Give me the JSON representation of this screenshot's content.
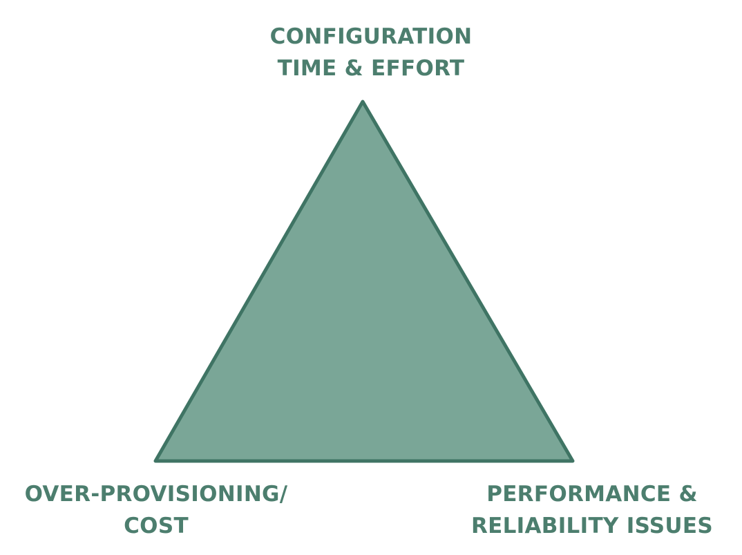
{
  "colors": {
    "text": "#4c7e6e",
    "triangle_fill": "#7aa697",
    "triangle_stroke": "#3f7464",
    "background": "#ffffff"
  },
  "vertices": {
    "top": {
      "line1": "CONFIGURATION",
      "line2": "TIME & EFFORT"
    },
    "bottom_left": {
      "line1": "OVER-PROVISIONING/",
      "line2": "COST"
    },
    "bottom_right": {
      "line1": "PERFORMANCE &",
      "line2": "RELIABILITY ISSUES"
    }
  }
}
